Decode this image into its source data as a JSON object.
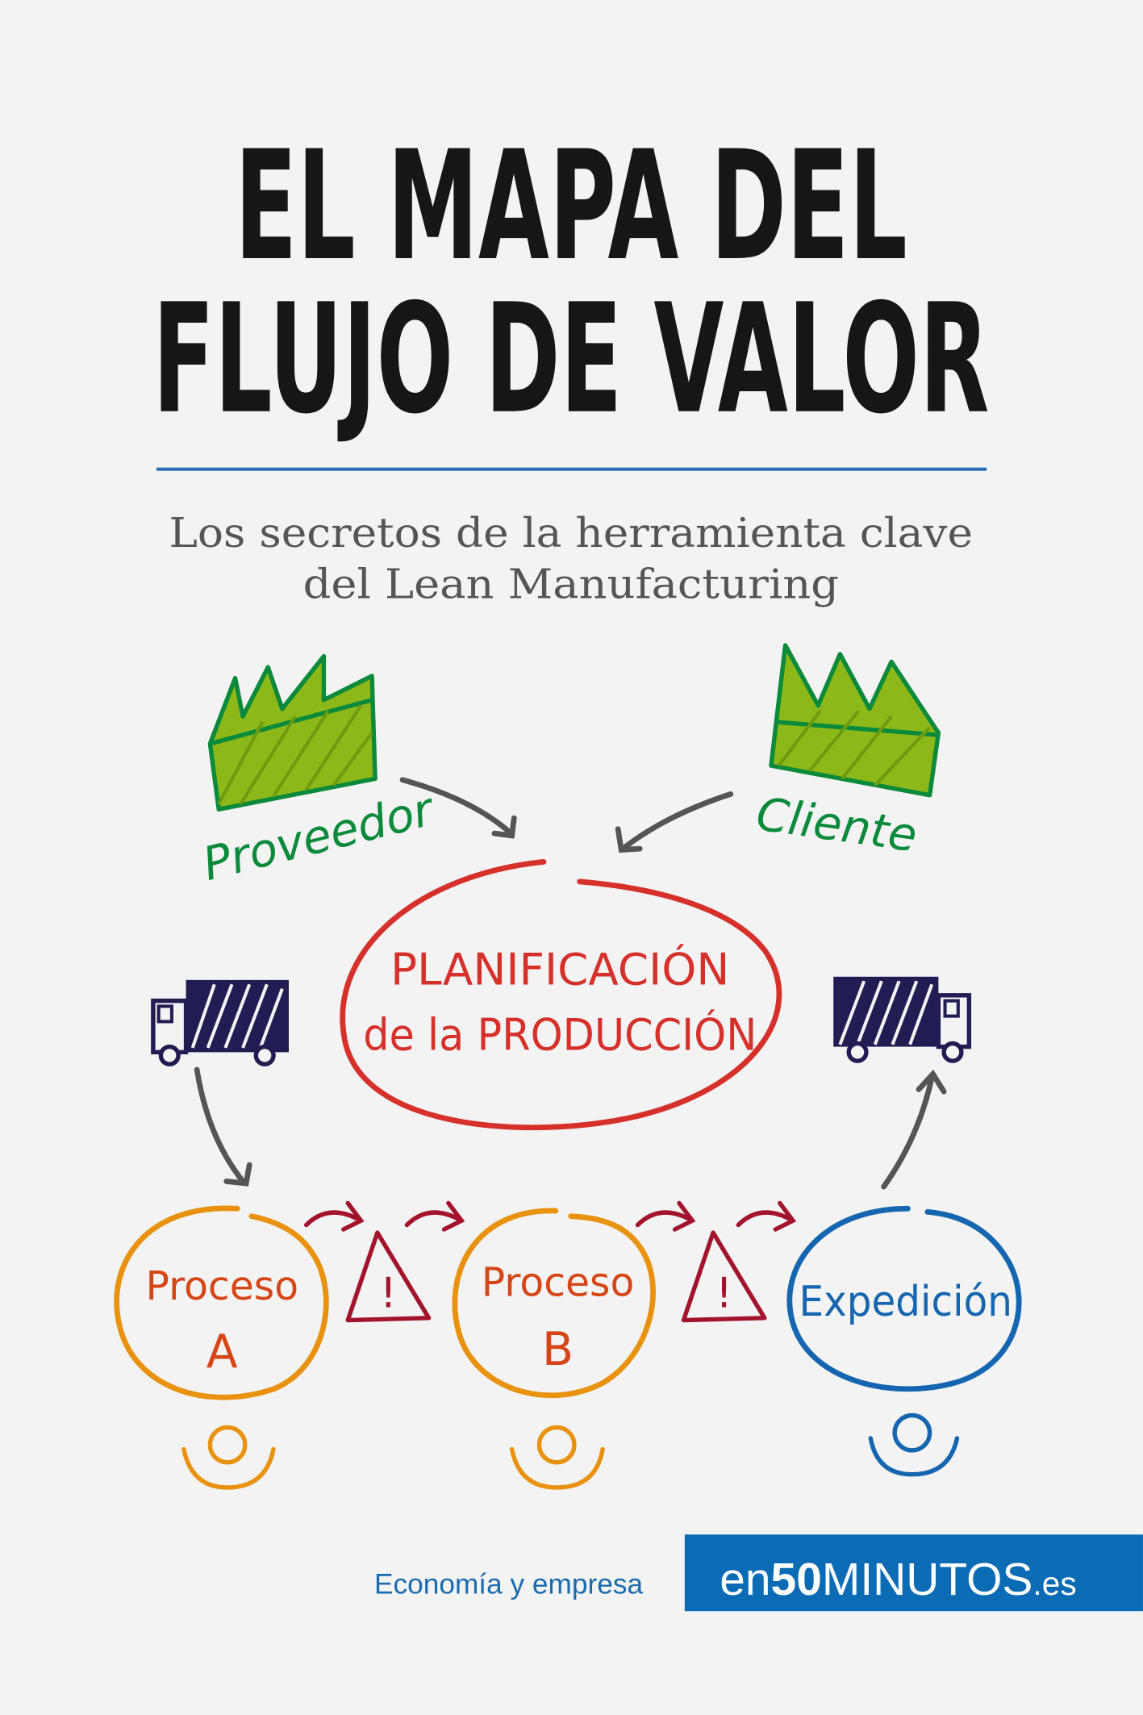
{
  "cover": {
    "title_line1": "EL MAPA DEL",
    "title_line2": "FLUJO DE VALOR",
    "subtitle_line1": "Los secretos de la herramienta clave",
    "subtitle_line2": "del Lean Manufacturing"
  },
  "illustration": {
    "supplier_label": "Proveedor",
    "client_label": "Cliente",
    "planning_line1": "PLANIFICACIÓN",
    "planning_line2": "de la PRODUCCIÓN",
    "process_a_line1": "Proceso",
    "process_a_line2": "A",
    "process_b_line1": "Proceso",
    "process_b_line2": "B",
    "shipping_label": "Expedición",
    "warning_symbol": "!"
  },
  "footer": {
    "collection": "Economía y empresa",
    "brand_prefix": "en",
    "brand_number": "50",
    "brand_name": "MINUTOS",
    "brand_suffix": ".es"
  },
  "colors": {
    "background": "#f3f3f3",
    "accent_blue": "#1368b3",
    "factory_green": "#0b8a3b",
    "factory_fill": "#8cb81a",
    "planning_red": "#d6302a",
    "truck_navy": "#211d52",
    "process_orange": "#e8920f",
    "shipping_blue": "#1565b0",
    "warning_red": "#a3142c"
  }
}
